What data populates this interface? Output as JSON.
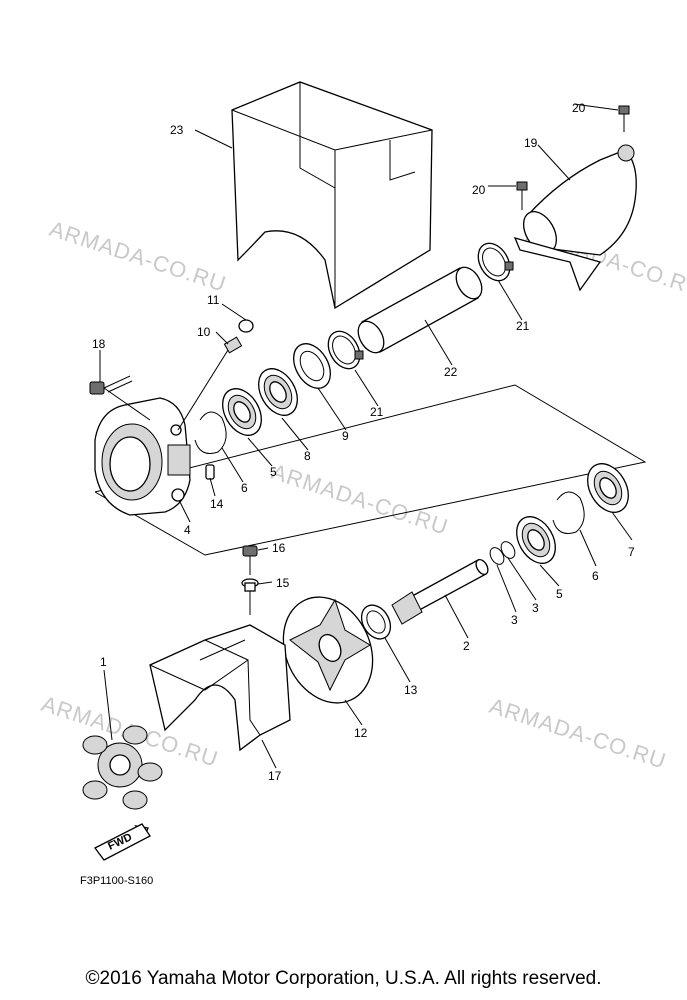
{
  "watermarks": [
    "ARMADA-CO.RU",
    "ARMADA-CO.RU",
    "ARMADA-CO.RU",
    "ARMADA-CO.RU",
    "ARMADA-CO.RU"
  ],
  "callouts": {
    "p1": "1",
    "p2": "2",
    "p3a": "3",
    "p3b": "3",
    "p4": "4",
    "p5a": "5",
    "p5b": "5",
    "p6a": "6",
    "p6b": "6",
    "p7": "7",
    "p8": "8",
    "p9": "9",
    "p10": "10",
    "p11": "11",
    "p12": "12",
    "p13": "13",
    "p14": "14",
    "p15": "15",
    "p16": "16",
    "p17": "17",
    "p18": "18",
    "p19": "19",
    "p20a": "20",
    "p20b": "20",
    "p21a": "21",
    "p21b": "21",
    "p22": "22",
    "p23": "23"
  },
  "fwd_label": "FWD",
  "drawing_code": "F3P1100-S160",
  "footer": "©2016 Yamaha Motor Corporation, U.S.A. All rights reserved."
}
